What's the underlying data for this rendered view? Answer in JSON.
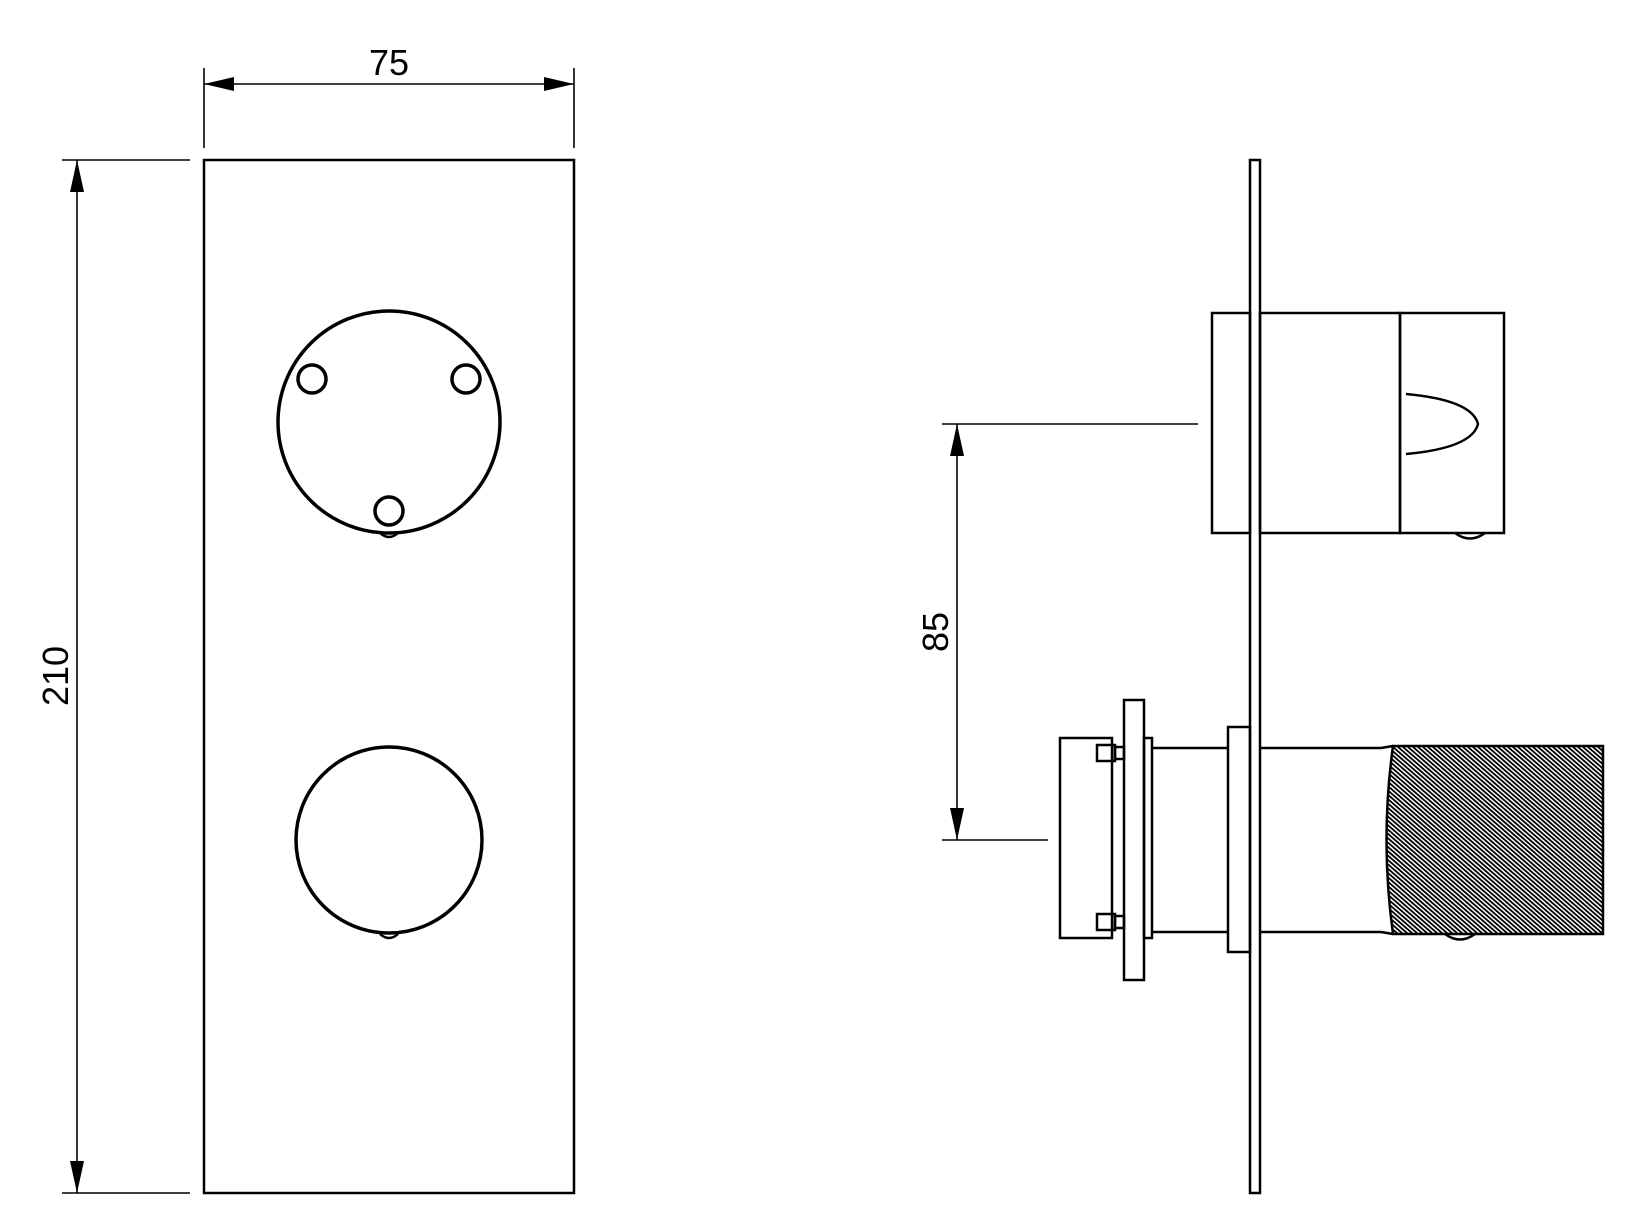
{
  "dimensions": {
    "width": "75",
    "height": "210",
    "center_distance": "85"
  },
  "colors": {
    "line": "#000000",
    "background": "#ffffff"
  }
}
